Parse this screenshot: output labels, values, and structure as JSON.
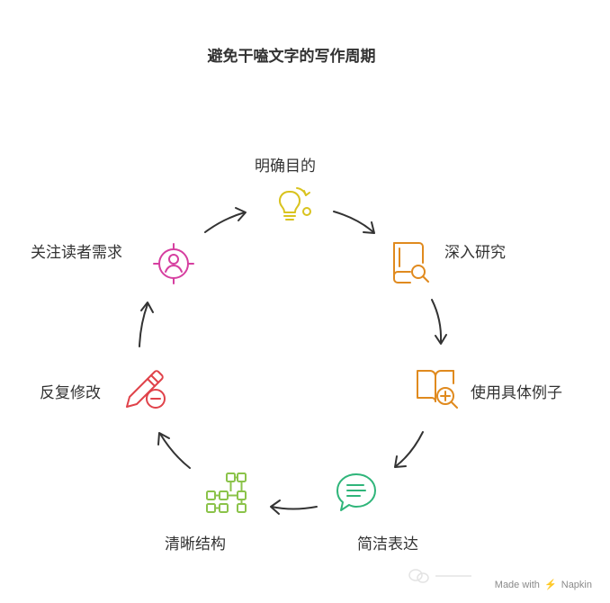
{
  "title": "避免干嗑文字的写作周期",
  "steps": [
    {
      "label": "明确目的",
      "icon": "lightbulb-icon",
      "color": "#d9c31f"
    },
    {
      "label": "深入研究",
      "icon": "book-search-icon",
      "color": "#e08a1e"
    },
    {
      "label": "使用具体例子",
      "icon": "book-plus-icon",
      "color": "#e08a1e"
    },
    {
      "label": "简洁表达",
      "icon": "speech-bubble-icon",
      "color": "#2fb57a"
    },
    {
      "label": "清晰结构",
      "icon": "structure-blocks-icon",
      "color": "#8bc34a"
    },
    {
      "label": "反复修改",
      "icon": "pencil-minus-icon",
      "color": "#e0424a"
    },
    {
      "label": "关注读者需求",
      "icon": "target-user-icon",
      "color": "#d63fa0"
    }
  ],
  "footer": {
    "made_with": "Made with",
    "brand": "Napkin"
  }
}
